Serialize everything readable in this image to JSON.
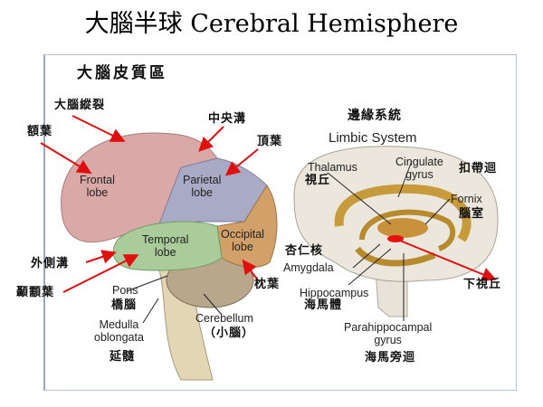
{
  "title": "大腦半球 Cerebral Hemisphere",
  "cortex": {
    "heading": "大腦皮質區",
    "longitudinal_fissure": "大腦縱裂",
    "frontal_cn": "額葉",
    "central_sulcus": "中央溝",
    "parietal_cn": "頂葉",
    "frontal_en": [
      "Frontal",
      "lobe"
    ],
    "parietal_en": [
      "Parietal",
      "lobe"
    ],
    "temporal_en": [
      "Temporal",
      "lobe"
    ],
    "occipital_en": [
      "Occipital",
      "lobe"
    ],
    "lateral_sulcus": "外側溝",
    "temporal_cn": "顳顬葉",
    "occipital_cn": "枕葉",
    "pons_en": "Pons",
    "pons_cn": "橋腦",
    "medulla_en": [
      "Medulla",
      "oblongata"
    ],
    "medulla_cn": "延髓",
    "cerebellum_en": "Cerebellum",
    "cerebellum_cn": "（小腦）"
  },
  "limbic": {
    "heading_cn": "邊緣系統",
    "heading_en": "Limbic System",
    "thalamus_en": "Thalamus",
    "thalamus_cn": "視丘",
    "cingulate_en": [
      "Cingulate",
      "gyrus"
    ],
    "cingulate_cn": "扣帶迴",
    "fornix_en": "Fornix",
    "fornix_cn": "腦室",
    "amygdala_cn": "杏仁核",
    "amygdala_en": "Amygdala",
    "hypothalamus_cn": "下視丘",
    "hippocampus_en": "Hippocampus",
    "hippocampus_cn": "海馬體",
    "parahippocampal_en": [
      "Parahippocampal",
      "gyrus"
    ],
    "parahippocampal_cn": "海馬旁迴"
  },
  "colors": {
    "frontal": "#d9a9a8",
    "parietal": "#a9abc6",
    "temporal": "#a9cc9a",
    "occipital": "#d1a169",
    "arrow": "#e01010"
  }
}
